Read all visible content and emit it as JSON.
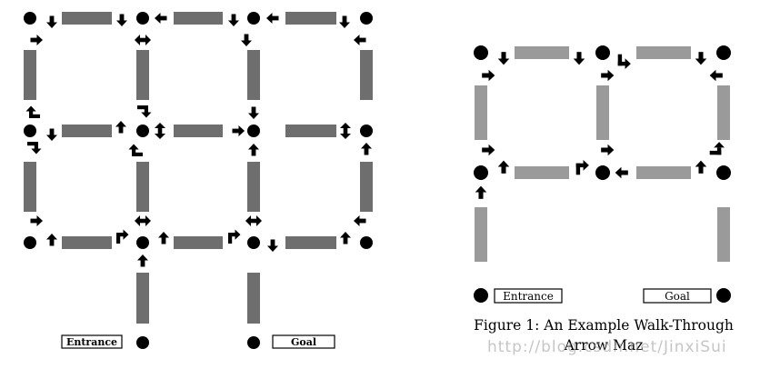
{
  "colors": {
    "node": "#000000",
    "wall_left": "#6e6e6e",
    "wall_right": "#9a9a9a",
    "arrow": "#000000"
  },
  "left_maze": {
    "entrance_label": "Entrance",
    "goal_label": "Goal"
  },
  "right_maze": {
    "entrance_label": "Entrance",
    "goal_label": "Goal"
  },
  "caption": {
    "line1": "Figure 1: An Example Walk-Through",
    "line2": "Arrow Maz"
  },
  "watermark": "http://blog.csdn.net/JinxiSui"
}
